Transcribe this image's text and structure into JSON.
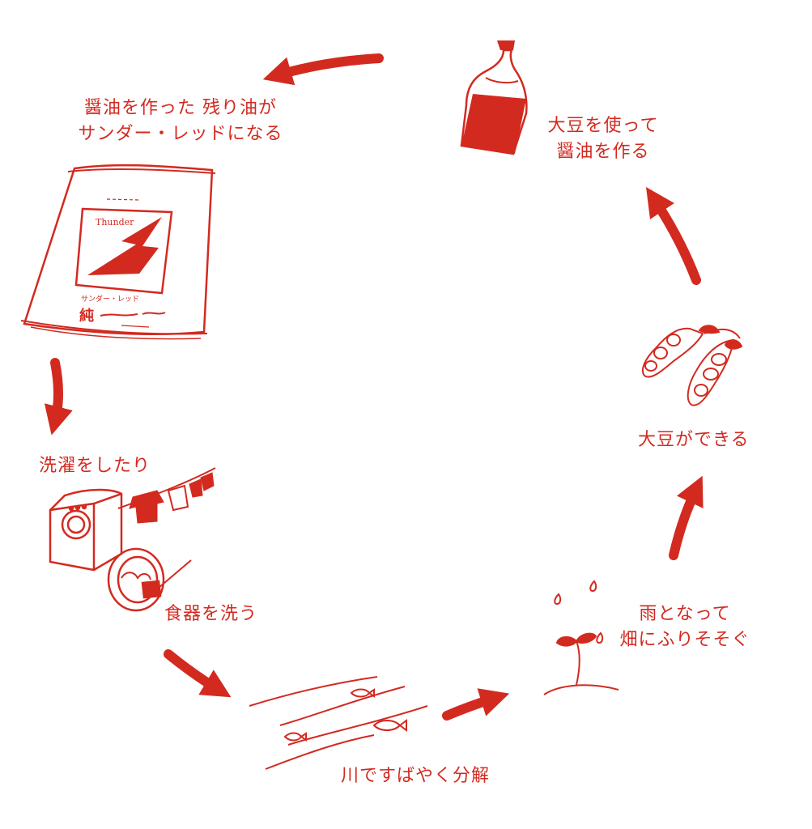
{
  "accent_color": "#d32a20",
  "labels": {
    "oil": {
      "line1": "醤油を作った 残り油が",
      "line2": "サンダー・レッドになる"
    },
    "soy": {
      "line1": "大豆を使って",
      "line2": "醤油を作る"
    },
    "wash": {
      "line1": "洗濯をしたり"
    },
    "dish": {
      "line1": "食器を洗う"
    },
    "river": {
      "line1": "川ですばやく分解"
    },
    "rain": {
      "line1": "雨となって",
      "line2": "畑にふりそそぐ"
    },
    "bean": {
      "line1": "大豆ができる"
    }
  },
  "soap_package": {
    "brand_text": "Thunder",
    "sub_text": "サンダー・レッド",
    "pure_char": "純",
    "icon": "lightning-bolt-icon"
  },
  "icons": [
    "soy-sauce-bottle-icon",
    "soap-package-icon",
    "washing-machine-icon",
    "laundry-line-icon",
    "dish-bowl-icon",
    "river-fish-icon",
    "rain-sprout-icon",
    "soybean-pod-icon",
    "cycle-arrow-icon"
  ]
}
